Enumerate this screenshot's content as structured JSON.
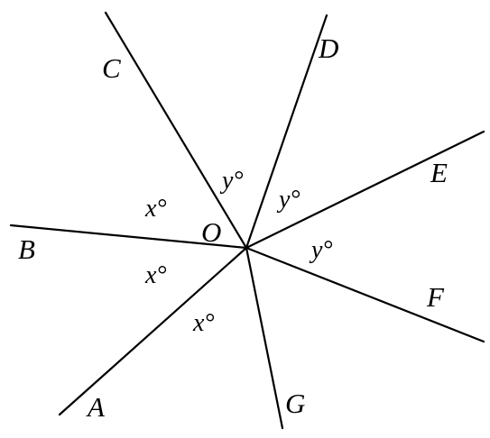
{
  "diagram": {
    "center_label": "O",
    "points": {
      "A": "A",
      "B": "B",
      "C": "C",
      "D": "D",
      "E": "E",
      "F": "F",
      "G": "G"
    },
    "angles": {
      "angle_BOC": "x°",
      "angle_COD": "y°",
      "angle_DOE": "y°",
      "angle_EOF": "y°",
      "angle_AOB": "x°",
      "angle_AOG": "x°"
    },
    "colors": {
      "line": "#000000",
      "background": "#ffffff"
    }
  }
}
